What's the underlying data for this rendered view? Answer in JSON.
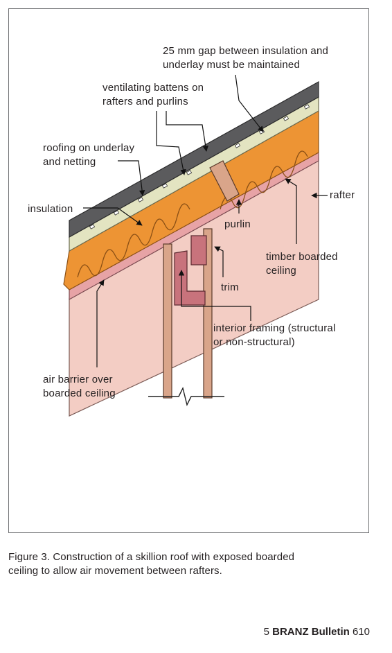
{
  "labels": {
    "gap": [
      "25 mm gap between insulation and",
      "underlay must be maintained"
    ],
    "battens": [
      "ventilating battens on",
      "rafters and purlins"
    ],
    "roofing": [
      "roofing on underlay",
      "and netting"
    ],
    "insulation": [
      "insulation"
    ],
    "rafter": [
      "rafter"
    ],
    "purlin": [
      "purlin"
    ],
    "timber_ceiling": [
      "timber boarded",
      "ceiling"
    ],
    "trim": [
      "trim"
    ],
    "framing": [
      "interior framing (structural",
      "or non-structural)"
    ],
    "air_barrier": [
      "air barrier over",
      "boarded ceiling"
    ]
  },
  "caption": [
    "Figure 3. Construction of a skillion roof with exposed boarded",
    "ceiling to allow air movement between rafters."
  ],
  "footer": {
    "page_number": "5",
    "brand": "BRANZ Bulletin",
    "issue": "610"
  },
  "colors": {
    "rafter_fill": "#f3cdc4",
    "ceiling_fill": "#e7a3a6",
    "insulation_fill": "#ed9434",
    "underlay_fill": "#e3e4c1",
    "roofing_fill": "#5b5b5d",
    "trim_fill": "#c8737c",
    "framing_fill": "#d9a58a"
  }
}
